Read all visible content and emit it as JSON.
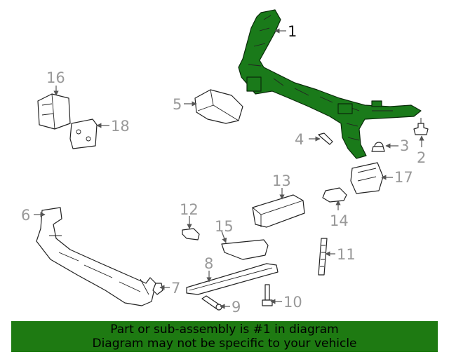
{
  "diagram": {
    "callouts": [
      {
        "id": "1",
        "label": "1"
      },
      {
        "id": "2",
        "label": "2"
      },
      {
        "id": "3",
        "label": "3"
      },
      {
        "id": "4",
        "label": "4"
      },
      {
        "id": "5",
        "label": "5"
      },
      {
        "id": "6",
        "label": "6"
      },
      {
        "id": "7",
        "label": "7"
      },
      {
        "id": "8",
        "label": "8"
      },
      {
        "id": "9",
        "label": "9"
      },
      {
        "id": "10",
        "label": "10"
      },
      {
        "id": "11",
        "label": "11"
      },
      {
        "id": "12",
        "label": "12"
      },
      {
        "id": "13",
        "label": "13"
      },
      {
        "id": "14",
        "label": "14"
      },
      {
        "id": "15",
        "label": "15"
      },
      {
        "id": "16",
        "label": "16"
      },
      {
        "id": "17",
        "label": "17"
      },
      {
        "id": "18",
        "label": "18"
      }
    ],
    "highlight_color": "#1a7a1a"
  },
  "banner": {
    "line1": "Part or sub-assembly is #1 in diagram",
    "line2": "Diagram may not be specific to your vehicle",
    "background": "#1e7a12"
  }
}
